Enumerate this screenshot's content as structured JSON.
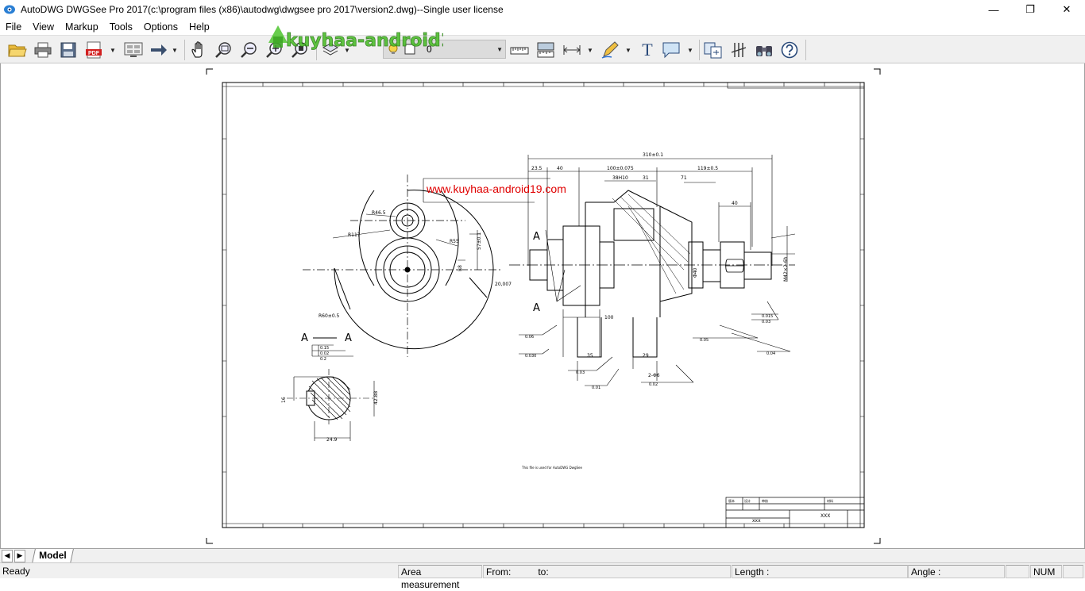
{
  "window": {
    "title": "AutoDWG DWGSee Pro 2017(c:\\program files (x86)\\autodwg\\dwgsee pro 2017\\version2.dwg)--Single user license",
    "minimize": "—",
    "maximize": "❐",
    "close": "✕"
  },
  "menu": [
    "File",
    "View",
    "Markup",
    "Tools",
    "Options",
    "Help"
  ],
  "toolbar": {
    "layer_value": "0",
    "pdf_label": "PDF",
    "text_tool": "T"
  },
  "watermark_text": "kuyhaa-android19",
  "drawing": {
    "url_text": "www.kuyhaa-android19.com",
    "section_label_left": "A",
    "section_label_right": "A",
    "section_a1": "A",
    "section_a2": "A",
    "overall_length": "310±0.1",
    "dims_top": [
      "23.5",
      "40",
      "100±0.075",
      "38H10",
      "31",
      "71",
      "119±0.5",
      "40"
    ],
    "dims_misc": [
      "R46.5",
      "R117",
      "R55",
      "57±0.1",
      "R8",
      "20,007",
      "R60±0.5",
      "100",
      "35",
      "29",
      "2-Φ6",
      "Φ40",
      "M42×2-6h"
    ],
    "key_width": "24.9",
    "key_height": "42.88",
    "key_small": "16",
    "tol_boxes": [
      "0.15",
      "0.02",
      "0.2",
      "0.015",
      "0.03",
      "0.04",
      "0.06",
      "0.030",
      "0.03",
      "0.01",
      "0.02",
      "0.05"
    ],
    "note_text": "This file is used for AutoDWG DwgSee",
    "title_block": [
      "xxx",
      "XXX",
      "版本",
      "设计",
      "审核",
      "材料"
    ]
  },
  "tabs": {
    "nav_prev": "◀",
    "nav_next": "▶",
    "model": "Model"
  },
  "status": {
    "ready": "Ready",
    "mode": "Area measurement",
    "from": "From:",
    "to": "to:",
    "length": "Length :",
    "angle": "Angle :",
    "num": "NUM"
  }
}
